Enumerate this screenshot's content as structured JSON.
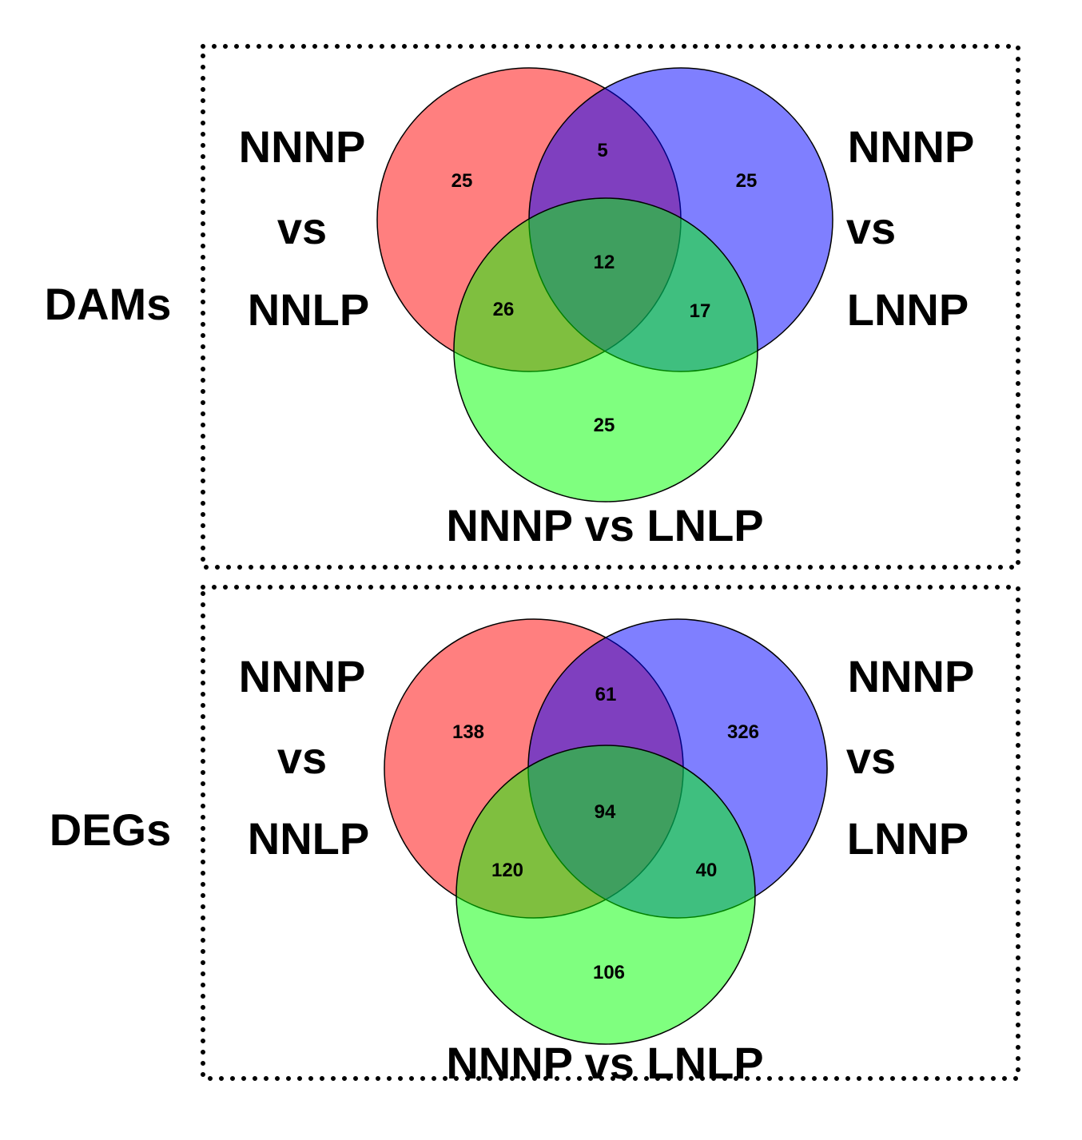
{
  "panels": [
    {
      "label": "DAMs",
      "sets": {
        "left": [
          "NNNP",
          "vs",
          "NNLP"
        ],
        "right": [
          "NNNP",
          "vs",
          "LNNP"
        ],
        "bottom": "NNNP vs LNLP"
      },
      "counts": {
        "left_only": "25",
        "left_right": "5",
        "right_only": "25",
        "all_three": "12",
        "left_bottom": "26",
        "right_bottom": "17",
        "bottom_only": "25"
      }
    },
    {
      "label": "DEGs",
      "sets": {
        "left": [
          "NNNP",
          "vs",
          "NNLP"
        ],
        "right": [
          "NNNP",
          "vs",
          "LNNP"
        ],
        "bottom": "NNNP vs LNLP"
      },
      "counts": {
        "left_only": "138",
        "left_right": "61",
        "right_only": "326",
        "all_three": "94",
        "left_bottom": "120",
        "right_bottom": "40",
        "bottom_only": "106"
      }
    }
  ],
  "colors": {
    "left": "#ff0000",
    "right": "#0000ff",
    "bottom": "#00ff00",
    "opacity": 0.5
  }
}
